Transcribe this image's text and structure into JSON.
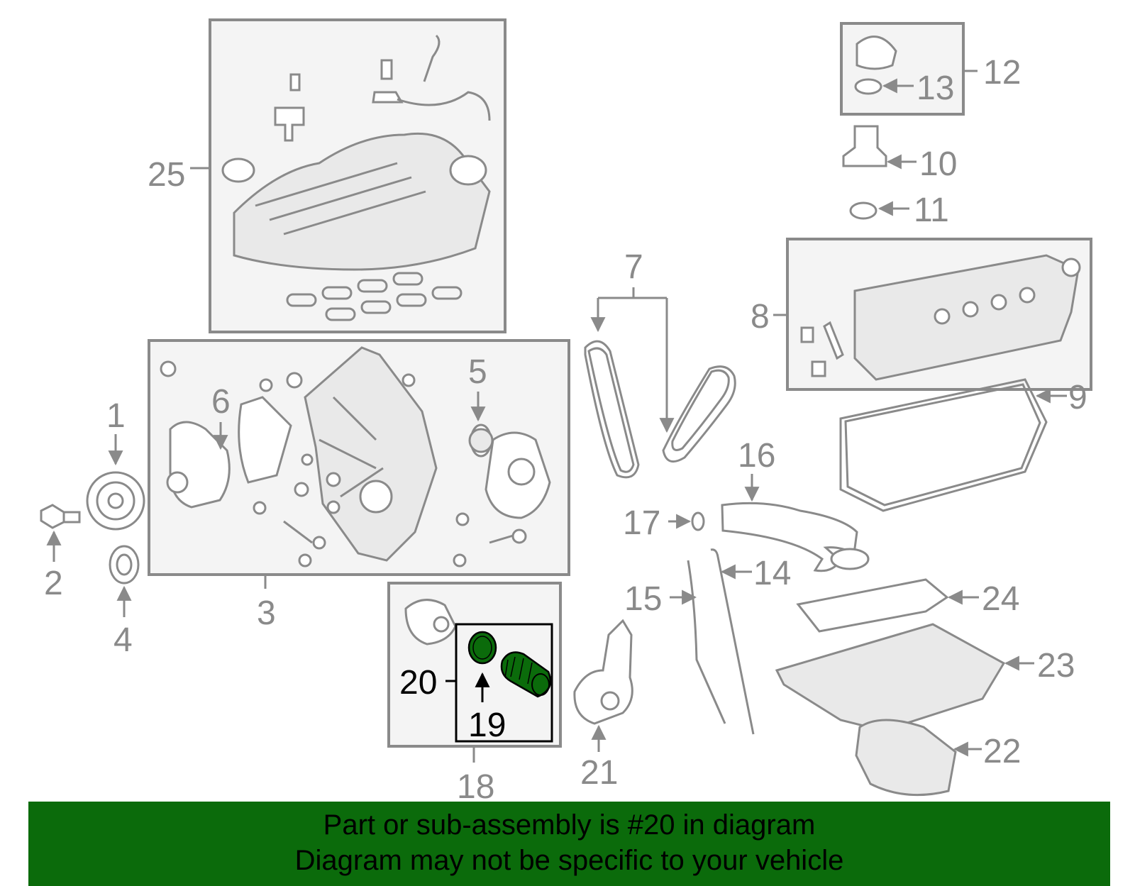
{
  "callouts": {
    "c1": "1",
    "c2": "2",
    "c3": "3",
    "c4": "4",
    "c5": "5",
    "c6": "6",
    "c7": "7",
    "c8": "8",
    "c9": "9",
    "c10": "10",
    "c11": "11",
    "c12": "12",
    "c13": "13",
    "c14": "14",
    "c15": "15",
    "c16": "16",
    "c17": "17",
    "c18": "18",
    "c19": "19",
    "c20": "20",
    "c21": "21",
    "c22": "22",
    "c23": "23",
    "c24": "24",
    "c25": "25"
  },
  "highlight": {
    "color": "#0b6b0b",
    "part": "20"
  },
  "banner": {
    "line1": "Part or sub-assembly is #20 in diagram",
    "line2": "Diagram may not be specific to your vehicle",
    "background": "#0b6b0b"
  }
}
